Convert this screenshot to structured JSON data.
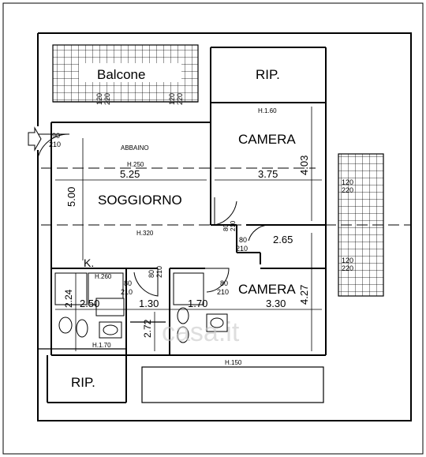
{
  "rooms": {
    "balcone": "Balcone",
    "rip_top": "RIP.",
    "camera_1": "CAMERA",
    "abbaino": "ABBAINO",
    "soggiorno": "SOGGIORNO",
    "k": "K.",
    "camera_2": "CAMERA",
    "rip_bottom": "RIP."
  },
  "heights": {
    "h160": "H.1.60",
    "h250": "H.250",
    "h320": "H.320",
    "h260": "H.260",
    "h170": "H.1.70",
    "h150": "H.150"
  },
  "dimensions": {
    "d525": "5.25",
    "d375": "3.75",
    "d500": "5.00",
    "d403": "4.03",
    "d265": "2.65",
    "d250": "2.50",
    "d130": "1.30",
    "d170": "1.70",
    "d330": "3.30",
    "d224": "2.24",
    "d272": "2.72",
    "d427": "4.27"
  },
  "openings": {
    "entry": [
      "90",
      "210"
    ],
    "balcone_left": [
      "120",
      "220"
    ],
    "balcone_right": [
      "120",
      "220"
    ],
    "right_top": [
      "120",
      "220"
    ],
    "right_bottom": [
      "120",
      "220"
    ],
    "door_camera1": [
      "80",
      "210"
    ],
    "door_soggiorno": [
      "80",
      "210"
    ],
    "door_k": [
      "80",
      "210"
    ],
    "door_bath_left": [
      "80",
      "210"
    ],
    "door_camera2": [
      "80",
      "210"
    ]
  },
  "watermark": "casa.it"
}
